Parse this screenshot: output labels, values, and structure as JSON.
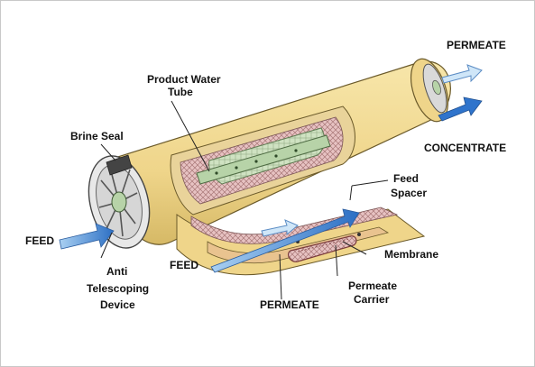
{
  "labels": {
    "permeate_top": "PERMEATE",
    "concentrate": "CONCENTRATE",
    "product_water_tube_line1": "Product Water",
    "product_water_tube_line2": "Tube",
    "brine_seal": "Brine Seal",
    "feed_spacer_line1": "Feed",
    "feed_spacer_line2": "Spacer",
    "feed_left": "FEED",
    "feed_center": "FEED",
    "membrane": "Membrane",
    "anti_telescoping_line1": "Anti",
    "anti_telescoping_line2": "Telescoping",
    "anti_telescoping_line3": "Device",
    "permeate_bottom": "PERMEATE",
    "permeate_carrier_line1": "Permeate",
    "permeate_carrier_line2": "Carrier"
  },
  "colors": {
    "shell": "#f3dd96",
    "shell_shade": "#d9bf6e",
    "mesh": "#c79a9a",
    "arrow_blue": "#3a7fd0",
    "arrow_light": "#9cc7ef",
    "tube_green": "#b7d3a8",
    "end_cap": "#d9d9d9"
  }
}
